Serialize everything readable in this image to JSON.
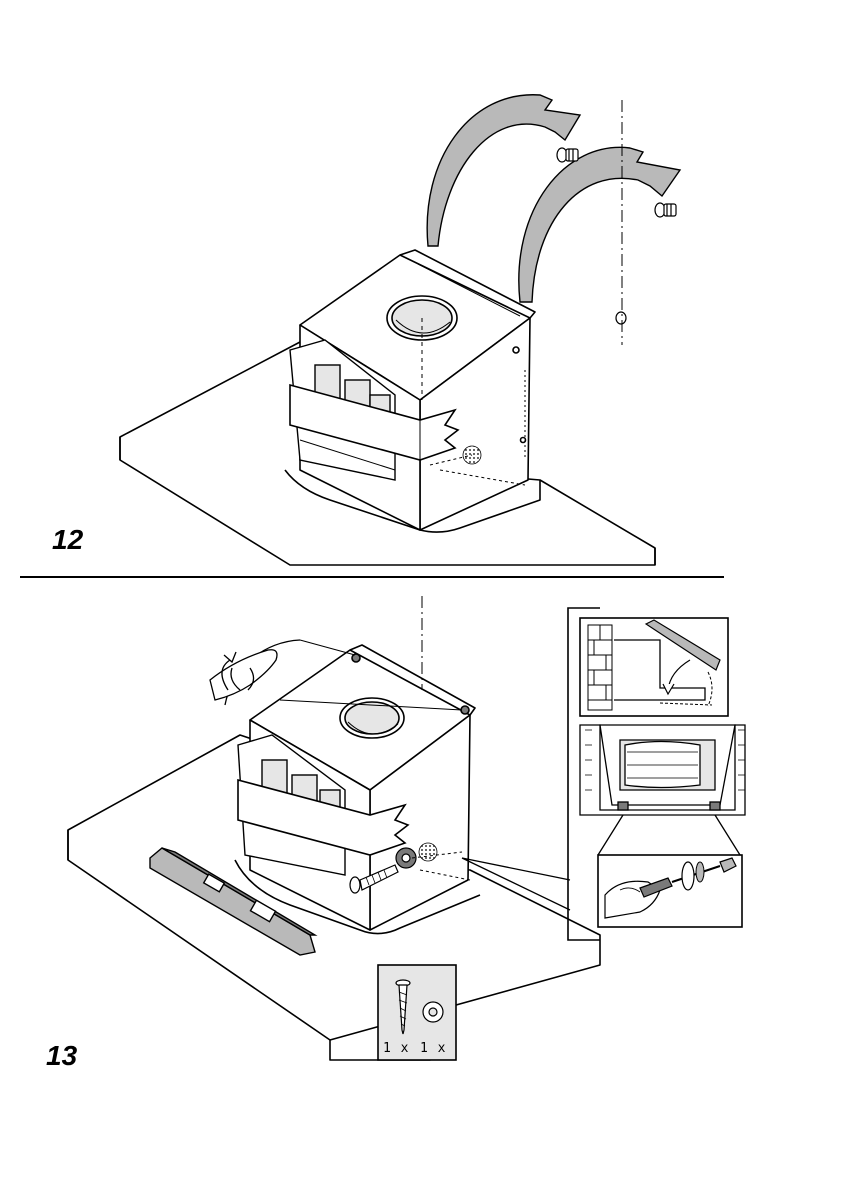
{
  "steps": [
    {
      "number": "12"
    },
    {
      "number": "13"
    }
  ],
  "parts_box": {
    "screw_qty": "1 x",
    "washer_qty": "1 x"
  },
  "icons": [
    "screw-icon",
    "washer-icon",
    "spirit-level-icon",
    "screwdriver-icon",
    "hand-icon",
    "wall-plug-icon"
  ],
  "colors": {
    "line": "#000000",
    "shade_light": "#e6e6e6",
    "shade_mid": "#b9b9b9",
    "shade_dark": "#7a7a7a"
  }
}
